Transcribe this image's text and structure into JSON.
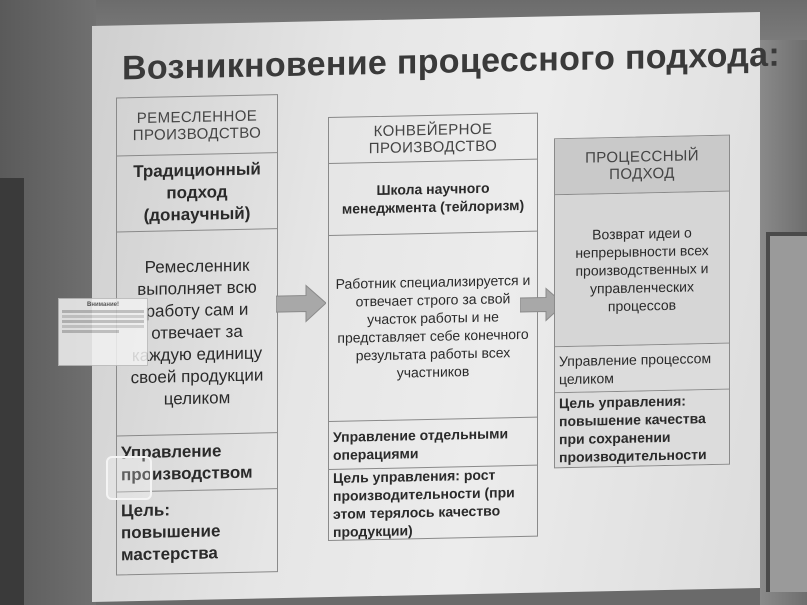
{
  "slide": {
    "title": "Возникновение процессного подхода:",
    "columns": [
      {
        "header": "РЕМЕСЛЕННОЕ ПРОИЗВОДСТВО",
        "approach": "Традиционный подход (донаучный)",
        "description": "Ремесленник выполняет всю работу сам и отвечает за каждую единицу своей продукции целиком",
        "management": "Управление производством",
        "goal": "Цель: повышение мастерства"
      },
      {
        "header": "КОНВЕЙЕРНОЕ ПРОИЗВОДСТВО",
        "approach": "Школа научного менеджмента (тейлоризм)",
        "description": "Работник специализируется и отвечает строго за свой участок работы и не представляет себе конечного результата работы всех участников",
        "management": "Управление отдельными операциями",
        "goal": "Цель управления: рост производительности (при этом терялось качество продукции)"
      },
      {
        "header": "ПРОЦЕССНЫЙ ПОДХОД",
        "description": "Возврат идеи о непрерывности всех производственных и управленческих процессов",
        "management": "Управление процессом целиком",
        "goal": "Цель управления: повышение качества при сохранении производительности"
      }
    ]
  },
  "notice": {
    "title": "Внимание!"
  },
  "colors": {
    "slide_background": "#e6e6e6",
    "arrow": "#a8a8a8",
    "wall": "#6a6a6a"
  }
}
